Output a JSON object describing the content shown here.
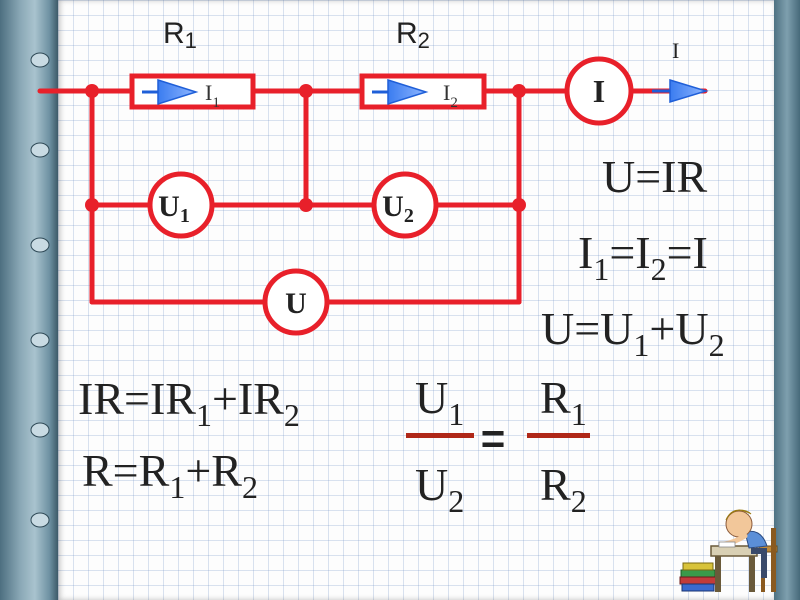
{
  "resistors": {
    "r1": {
      "label": "R",
      "sub": "1",
      "current": "I",
      "current_sub": "1"
    },
    "r2": {
      "label": "R",
      "sub": "2",
      "current": "I",
      "current_sub": "2"
    }
  },
  "meters": {
    "ammeter": {
      "label": "I"
    },
    "v1": {
      "label": "U",
      "sub": "1"
    },
    "v2": {
      "label": "U",
      "sub": "2"
    },
    "v": {
      "label": "U"
    }
  },
  "output_current_label": "I",
  "formulas": {
    "ohm": "U=IR",
    "currents": {
      "a": "I",
      "a_sub": "1",
      "b": "=I",
      "b_sub": "2",
      "c": "=I"
    },
    "voltages": {
      "a": "U=U",
      "a_sub": "1",
      "b": "+U",
      "b_sub": "2"
    },
    "ir_sum": {
      "a": "IR=IR",
      "a_sub": "1",
      "b": "+IR",
      "b_sub": "2"
    },
    "r_sum": {
      "a": "R=R",
      "a_sub": "1",
      "b": "+R",
      "b_sub": "2"
    },
    "ratio": {
      "num_left": "U",
      "num_left_sub": "1",
      "den_left": "U",
      "den_left_sub": "2",
      "equals": "=",
      "num_right": "R",
      "num_right_sub": "1",
      "den_right": "R",
      "den_right_sub": "2"
    }
  },
  "colors": {
    "wire": "#e8202a",
    "arrow": "#1f5fd8",
    "text": "#222222",
    "fraction_bar": "#b02818"
  },
  "icons": [
    "student-at-desk-illustration"
  ]
}
